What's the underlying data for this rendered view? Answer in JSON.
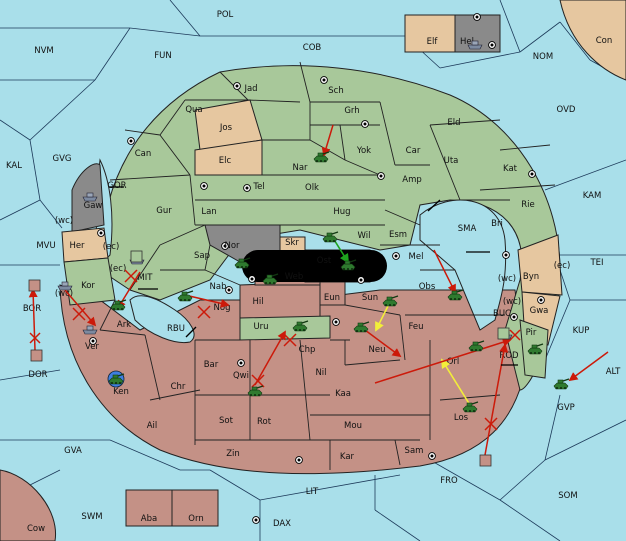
{
  "map": {
    "colors": {
      "sea": "#a9dfea",
      "green": "#a8c89a",
      "red": "#c49186",
      "tan": "#e6c7a0",
      "grey": "#8a8a8a",
      "black": "#000000",
      "move_order": "#cc1a0a",
      "support_order": "#f2ee3a",
      "convoy_order": "#1ea41e"
    },
    "provinces": [
      {
        "id": "pol",
        "label": "POL"
      },
      {
        "id": "fun",
        "label": "FUN"
      },
      {
        "id": "cob",
        "label": "COB"
      },
      {
        "id": "nvm",
        "label": "NVM"
      },
      {
        "id": "nom",
        "label": "NOM"
      },
      {
        "id": "ovd",
        "label": "OVD"
      },
      {
        "id": "con",
        "label": "Con"
      },
      {
        "id": "elf",
        "label": "Elf"
      },
      {
        "id": "hel",
        "label": "Hel"
      },
      {
        "id": "kal",
        "label": "KAL"
      },
      {
        "id": "gvg",
        "label": "GVG"
      },
      {
        "id": "jad",
        "label": "Jad"
      },
      {
        "id": "sch",
        "label": "Sch"
      },
      {
        "id": "qua",
        "label": "Qua"
      },
      {
        "id": "jos",
        "label": "Jos"
      },
      {
        "id": "grh",
        "label": "Grh"
      },
      {
        "id": "can",
        "label": "Can"
      },
      {
        "id": "eld",
        "label": "Eld"
      },
      {
        "id": "elc",
        "label": "Elc"
      },
      {
        "id": "nar",
        "label": "Nar"
      },
      {
        "id": "yok",
        "label": "Yok"
      },
      {
        "id": "car",
        "label": "Car"
      },
      {
        "id": "uta",
        "label": "Uta"
      },
      {
        "id": "amp",
        "label": "Amp"
      },
      {
        "id": "kat",
        "label": "Kat"
      },
      {
        "id": "kam",
        "label": "KAM"
      },
      {
        "id": "tel",
        "label": "Tel"
      },
      {
        "id": "olk",
        "label": "Olk"
      },
      {
        "id": "gor",
        "label": "GOR"
      },
      {
        "id": "gaw",
        "label": "Gaw"
      },
      {
        "id": "gur",
        "label": "Gur"
      },
      {
        "id": "lan",
        "label": "Lan"
      },
      {
        "id": "hug",
        "label": "Hug"
      },
      {
        "id": "rie",
        "label": "Rie"
      },
      {
        "id": "sma",
        "label": "SMA"
      },
      {
        "id": "bri",
        "label": "Bri"
      },
      {
        "id": "her",
        "label": "Her"
      },
      {
        "id": "mvu",
        "label": "MVU"
      },
      {
        "id": "nor",
        "label": "Nor"
      },
      {
        "id": "wil",
        "label": "Wil"
      },
      {
        "id": "esm",
        "label": "Esm"
      },
      {
        "id": "skr",
        "label": "Skr"
      },
      {
        "id": "sap",
        "label": "Sap"
      },
      {
        "id": "web",
        "label": "Web"
      },
      {
        "id": "ost",
        "label": "Ost"
      },
      {
        "id": "mel",
        "label": "Mel"
      },
      {
        "id": "byn",
        "label": "Byn"
      },
      {
        "id": "tei",
        "label": "TEI"
      },
      {
        "id": "mit",
        "label": "MIT"
      },
      {
        "id": "kor",
        "label": "Kor"
      },
      {
        "id": "nab",
        "label": "Nab"
      },
      {
        "id": "eun",
        "label": "Eun"
      },
      {
        "id": "obs",
        "label": "Obs"
      },
      {
        "id": "gwa",
        "label": "Gwa"
      },
      {
        "id": "bor",
        "label": "BOR"
      },
      {
        "id": "ark",
        "label": "Ark"
      },
      {
        "id": "nog",
        "label": "Nog"
      },
      {
        "id": "hil",
        "label": "Hil"
      },
      {
        "id": "sun",
        "label": "Sun"
      },
      {
        "id": "buc",
        "label": "BUC"
      },
      {
        "id": "pir",
        "label": "Pir"
      },
      {
        "id": "kup",
        "label": "KUP"
      },
      {
        "id": "rbu",
        "label": "RBU"
      },
      {
        "id": "uru",
        "label": "Uru"
      },
      {
        "id": "feu",
        "label": "Feu"
      },
      {
        "id": "ver",
        "label": "Ver"
      },
      {
        "id": "chp",
        "label": "Chp"
      },
      {
        "id": "neu",
        "label": "Neu"
      },
      {
        "id": "rod",
        "label": "ROD"
      },
      {
        "id": "orl",
        "label": "Orl"
      },
      {
        "id": "dor",
        "label": "DOR"
      },
      {
        "id": "bar",
        "label": "Bar"
      },
      {
        "id": "alt",
        "label": "ALT"
      },
      {
        "id": "qwi",
        "label": "Qwi"
      },
      {
        "id": "nil",
        "label": "Nil"
      },
      {
        "id": "ken",
        "label": "Ken"
      },
      {
        "id": "chr",
        "label": "Chr"
      },
      {
        "id": "gvp",
        "label": "GVP"
      },
      {
        "id": "kaa",
        "label": "Kaa"
      },
      {
        "id": "los",
        "label": "Los"
      },
      {
        "id": "ail",
        "label": "Ail"
      },
      {
        "id": "sot",
        "label": "Sot"
      },
      {
        "id": "rot",
        "label": "Rot"
      },
      {
        "id": "mou",
        "label": "Mou"
      },
      {
        "id": "gva",
        "label": "GVA"
      },
      {
        "id": "zin",
        "label": "Zin"
      },
      {
        "id": "kar",
        "label": "Kar"
      },
      {
        "id": "sam",
        "label": "Sam"
      },
      {
        "id": "fro",
        "label": "FRO"
      },
      {
        "id": "lit",
        "label": "LIT"
      },
      {
        "id": "som",
        "label": "SOM"
      },
      {
        "id": "swm",
        "label": "SWM"
      },
      {
        "id": "aba",
        "label": "Aba"
      },
      {
        "id": "orn",
        "label": "Orn"
      },
      {
        "id": "dax",
        "label": "DAX"
      },
      {
        "id": "cow",
        "label": "Cow"
      }
    ],
    "coast_labels": {
      "her_wc": "(wc)",
      "her_ec": "(ec)",
      "kor_wc": "(wc)",
      "kor_ec": "(ec)",
      "byn_wc": "(wc)",
      "byn_ec": "(ec)",
      "gwa_wc": "(wc)"
    }
  }
}
